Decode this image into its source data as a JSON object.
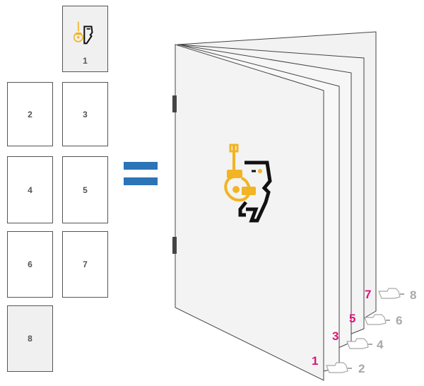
{
  "thumbnails": [
    {
      "label": "1"
    },
    {
      "label": "2"
    },
    {
      "label": "3"
    },
    {
      "label": "4"
    },
    {
      "label": "5"
    },
    {
      "label": "6"
    },
    {
      "label": "7"
    },
    {
      "label": "8"
    }
  ],
  "booklet": {
    "front_labels": [
      "1",
      "3",
      "5",
      "7"
    ],
    "back_labels": [
      "2",
      "4",
      "6",
      "8"
    ]
  },
  "colors": {
    "front_label": "#e0117a",
    "back_label": "#a8a8a8",
    "equals": "#2b74b8",
    "logo_gold": "#f2b423",
    "logo_black": "#111111"
  }
}
